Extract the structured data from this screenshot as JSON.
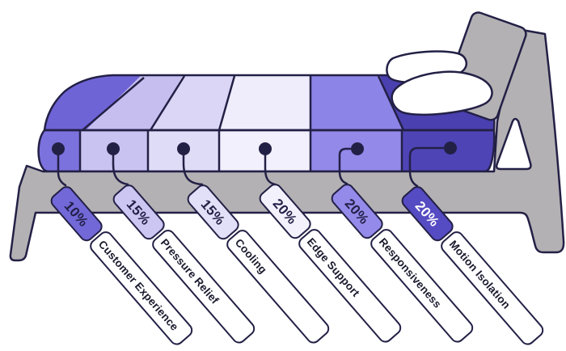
{
  "chart_data": {
    "type": "pie",
    "title": "",
    "categories": [
      "Customer Experience",
      "Pressure Relief",
      "Cooling",
      "Edge Support",
      "Responsiveness",
      "Motion Isolation"
    ],
    "values": [
      10,
      15,
      15,
      20,
      20,
      20
    ],
    "unit": "%",
    "legend_position": "none",
    "notes": "weights drawn as colored mattress segments with callout pills"
  },
  "factors": [
    {
      "pct": "10%",
      "label": "Customer Experience",
      "pill_color": "#7268D8",
      "pct_text_color": "#232046",
      "segment_front": "#7C72DE",
      "segment_top": "#6F64D6"
    },
    {
      "pct": "15%",
      "label": "Pressure Relief",
      "pill_color": "#CCC6F2",
      "pct_text_color": "#232046",
      "segment_front": "#C9C3F1",
      "segment_top": "#C5BEEF"
    },
    {
      "pct": "15%",
      "label": "Cooling",
      "pill_color": "#E2DFF8",
      "pct_text_color": "#232046",
      "segment_front": "#DFDCF7",
      "segment_top": "#DBD6F5"
    },
    {
      "pct": "20%",
      "label": "Edge Support",
      "pill_color": "#F3F1FC",
      "pct_text_color": "#232046",
      "segment_front": "#F2F0FC",
      "segment_top": "#EFEDFB"
    },
    {
      "pct": "20%",
      "label": "Responsiveness",
      "pill_color": "#938AEA",
      "pct_text_color": "#232046",
      "segment_front": "#9289E9",
      "segment_top": "#8D84E7"
    },
    {
      "pct": "20%",
      "label": "Motion Isolation",
      "pill_color": "#554BC2",
      "pct_text_color": "#FFFFFF",
      "segment_front": "#4E44B6",
      "segment_top": "#4A40AF"
    }
  ],
  "colors": {
    "outline": "#232046",
    "frame_gray": "#B3B1B3",
    "pillow": "#FFFFFF",
    "label_box": "#FFFFFF",
    "background": "#FFFFFF"
  }
}
